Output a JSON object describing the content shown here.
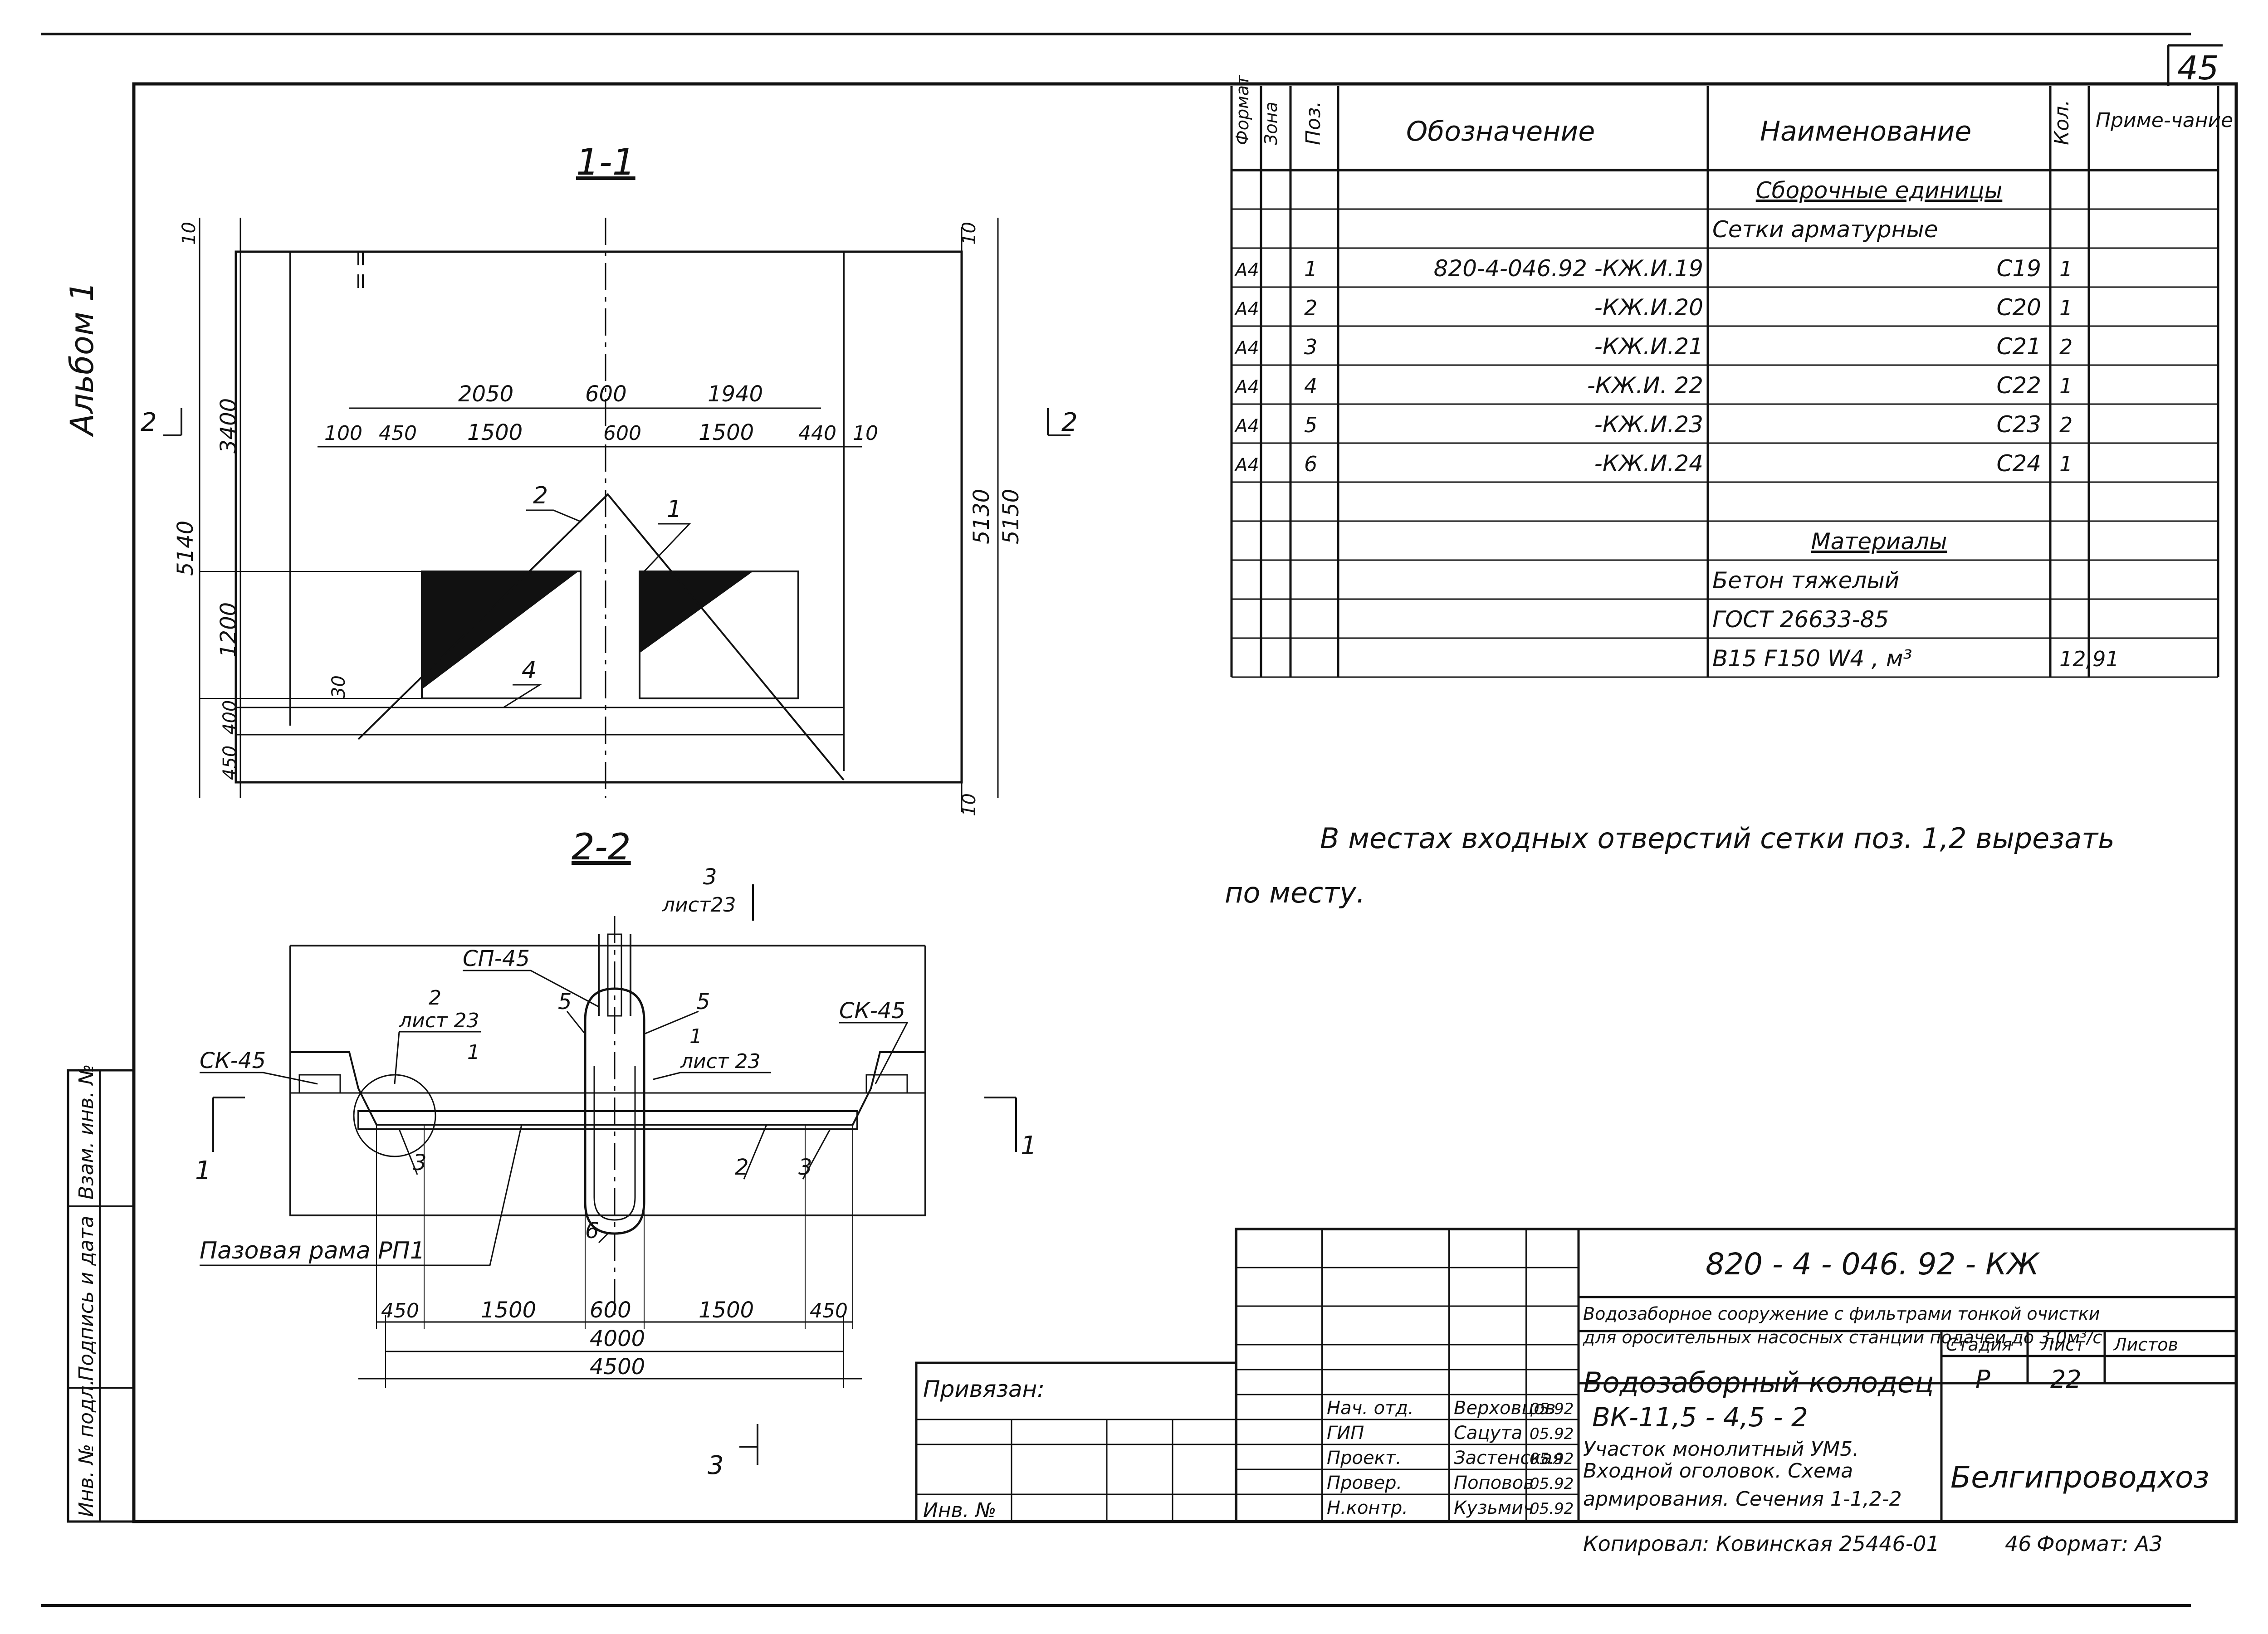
{
  "sheet": {
    "number": "45",
    "album": "Альбом 1",
    "format_note": "Формат: А3",
    "copied_by": "Копировал: Ковинская 25446-01",
    "copy_number": "46"
  },
  "section_1_1": {
    "title": "1-1",
    "dims": [
      "2050",
      "600",
      "1940",
      "100",
      "450",
      "1500",
      "600",
      "1500",
      "440",
      "10",
      "3400",
      "5140",
      "1200",
      "30",
      "400",
      "450",
      "5130",
      "5150",
      "10",
      "10",
      "10"
    ],
    "positions": [
      "1",
      "2",
      "4"
    ],
    "cut_marks": [
      "2",
      "2"
    ]
  },
  "section_2_2": {
    "title": "2-2",
    "ref_top_num": "3",
    "ref_top_sheet": "лист23",
    "labels": {
      "sp45": "СП-45",
      "sk45_left": "СК-45",
      "sk45_right": "СК-45",
      "frame": "Пазовая рама  РП1"
    },
    "callouts": [
      {
        "pos": "2",
        "sheet": "лист 23"
      },
      {
        "pos": "1",
        "sheet": "лист 23"
      }
    ],
    "positions": [
      "5",
      "5",
      "1",
      "3",
      "6",
      "2",
      "3"
    ],
    "dims": [
      "450",
      "1500",
      "600",
      "1500",
      "450",
      "4000",
      "4500"
    ],
    "cut_marks": [
      "1",
      "1",
      "3"
    ]
  },
  "spec_table": {
    "headers": [
      "Формат",
      "Зона",
      "Поз.",
      "Обозначение",
      "Наименование",
      "Кол.",
      "Приме-чание"
    ],
    "rows": [
      {
        "fmt": "",
        "zone": "",
        "pos": "",
        "designation": "",
        "name": "Сборочные единицы",
        "qty": "",
        "note": "",
        "heading": true
      },
      {
        "fmt": "",
        "zone": "",
        "pos": "",
        "designation": "",
        "name": "Сетки арматурные",
        "qty": "",
        "note": ""
      },
      {
        "fmt": "А4",
        "zone": "",
        "pos": "1",
        "designation": "820-4-046.92 -КЖ.И.19",
        "name": "С19",
        "qty": "1",
        "note": ""
      },
      {
        "fmt": "А4",
        "zone": "",
        "pos": "2",
        "designation": "-КЖ.И.20",
        "name": "С20",
        "qty": "1",
        "note": ""
      },
      {
        "fmt": "А4",
        "zone": "",
        "pos": "3",
        "designation": "-КЖ.И.21",
        "name": "С21",
        "qty": "2",
        "note": ""
      },
      {
        "fmt": "А4",
        "zone": "",
        "pos": "4",
        "designation": "-КЖ.И. 22",
        "name": "С22",
        "qty": "1",
        "note": ""
      },
      {
        "fmt": "А4",
        "zone": "",
        "pos": "5",
        "designation": "-КЖ.И.23",
        "name": "С23",
        "qty": "2",
        "note": ""
      },
      {
        "fmt": "А4",
        "zone": "",
        "pos": "6",
        "designation": "-КЖ.И.24",
        "name": "С24",
        "qty": "1",
        "note": ""
      },
      {
        "fmt": "",
        "zone": "",
        "pos": "",
        "designation": "",
        "name": "",
        "qty": "",
        "note": ""
      },
      {
        "fmt": "",
        "zone": "",
        "pos": "",
        "designation": "",
        "name": "Материалы",
        "qty": "",
        "note": "",
        "heading": true
      },
      {
        "fmt": "",
        "zone": "",
        "pos": "",
        "designation": "",
        "name": "Бетон тяжелый",
        "qty": "",
        "note": ""
      },
      {
        "fmt": "",
        "zone": "",
        "pos": "",
        "designation": "",
        "name": "ГОСТ 26633-85",
        "qty": "",
        "note": ""
      },
      {
        "fmt": "",
        "zone": "",
        "pos": "",
        "designation": "",
        "name": "В15  F150  W4 ,       м³",
        "qty": "12,91",
        "note": ""
      }
    ]
  },
  "note": {
    "line1": "В местах входных отверстий сетки поз. 1,2 вырезать",
    "line2": "по месту."
  },
  "title_block": {
    "code": "820 - 4 - 046. 92  -  КЖ",
    "subtitle1": "Водозаборное сооружение с фильтрами тонкой очистки",
    "subtitle2": "для оросительных насосных станций подачей до 3,0м³/с",
    "object1": "Водозаборный колодец",
    "object2": "ВК-11,5 - 4,5 - 2",
    "sheet_title1": "Участок монолитный УМ5.",
    "sheet_title2": "Входной оголовок. Схема",
    "sheet_title3": "армирования. Сечения 1-1,2-2",
    "stage_label": "Стадия",
    "sheet_label": "Лист",
    "sheets_label": "Листов",
    "stage": "Р",
    "sheet": "22",
    "sheets": "",
    "org": "Белгипроводхоз",
    "privyazan": "Привязан:",
    "inv_no": "Инв. №",
    "signers": [
      {
        "role": "Нач. отд.",
        "name": "Верховцов",
        "date": "05.92"
      },
      {
        "role": "ГИП",
        "name": "Сацута",
        "date": "05.92"
      },
      {
        "role": "Проект.",
        "name": "Застенская",
        "date": "05.92"
      },
      {
        "role": "Провер.",
        "name": "Поповов",
        "date": "05.92"
      },
      {
        "role": "Н.контр.",
        "name": "Кузьмич",
        "date": "05.92"
      }
    ]
  },
  "side_stamp": [
    "Инв. № подл.",
    "Подпись и дата",
    "Взам. инв. №"
  ]
}
